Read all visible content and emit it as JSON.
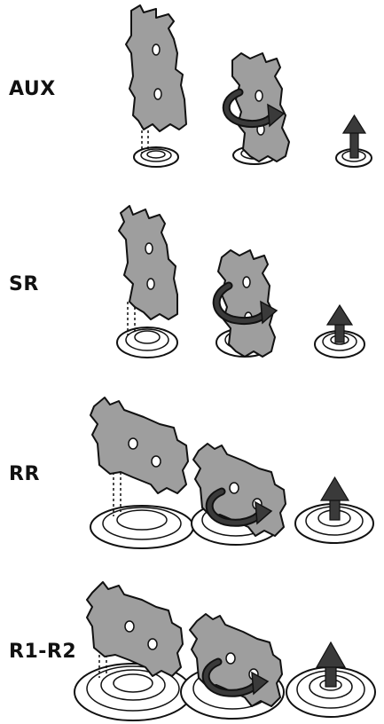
{
  "colors": {
    "plate_fill": "#9e9e9e",
    "outline": "#111111",
    "arrow_fill": "#3a3a3a",
    "hole_fill": "#ffffff"
  },
  "icons": {
    "step1": "plate-lowered-onto-socket",
    "step2": "rotate-arrow-icon",
    "step3": "up-arrow-icon"
  },
  "rows": [
    {
      "label": "AUX"
    },
    {
      "label": "SR"
    },
    {
      "label": "RR"
    },
    {
      "label": "R1-R2"
    }
  ]
}
